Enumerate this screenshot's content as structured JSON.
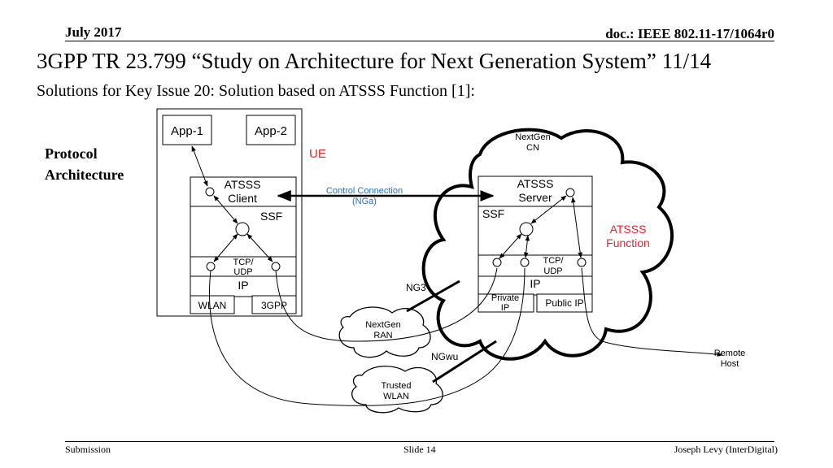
{
  "header": {
    "date": "July 2017",
    "doc_id": "doc.: IEEE 802.11-17/1064r0"
  },
  "title": "3GPP TR 23.799 “Study on Architecture for Next Generation System” 11/14",
  "subtitle": "Solutions for Key Issue 20: Solution based on ATSSS Function [1]:",
  "protocol_label": [
    "Protocol",
    "Architecture"
  ],
  "diagram": {
    "ue": {
      "label": "UE",
      "app1": "App-1",
      "app2": "App-2",
      "atsss_client": [
        "ATSSS",
        "Client"
      ],
      "ssf": "SSF",
      "tcp_udp": [
        "TCP/",
        "UDP"
      ],
      "ip": "IP",
      "wlan": "WLAN",
      "threegpp": "3GPP"
    },
    "cn": {
      "nextgen_cn": [
        "NextGen",
        "CN"
      ],
      "atsss_server": [
        "ATSSS",
        "Server"
      ],
      "ssf": "SSF",
      "tcp_udp": [
        "TCP/",
        "UDP"
      ],
      "ip": "IP",
      "private_ip": [
        "Private",
        "IP"
      ],
      "public_ip": "Public IP",
      "atsss_function": [
        "ATSSS",
        "Function"
      ]
    },
    "control_connection": [
      "Control Connection",
      "(NGa)"
    ],
    "ng3": "NG3",
    "ngwu": "NGwu",
    "nextgen_ran": [
      "NextGen",
      "RAN"
    ],
    "trusted_wlan": [
      "Trusted",
      "WLAN"
    ],
    "remote_host": [
      "Remote",
      "Host"
    ],
    "colors": {
      "ue_label": "#e8262c",
      "atsss_function": "#e8262c",
      "control_connection": "#2a6ebb",
      "line": "#000000"
    }
  },
  "footer": {
    "left": "Submission",
    "center": "Slide 14",
    "right": "Joseph Levy (InterDigital)"
  }
}
